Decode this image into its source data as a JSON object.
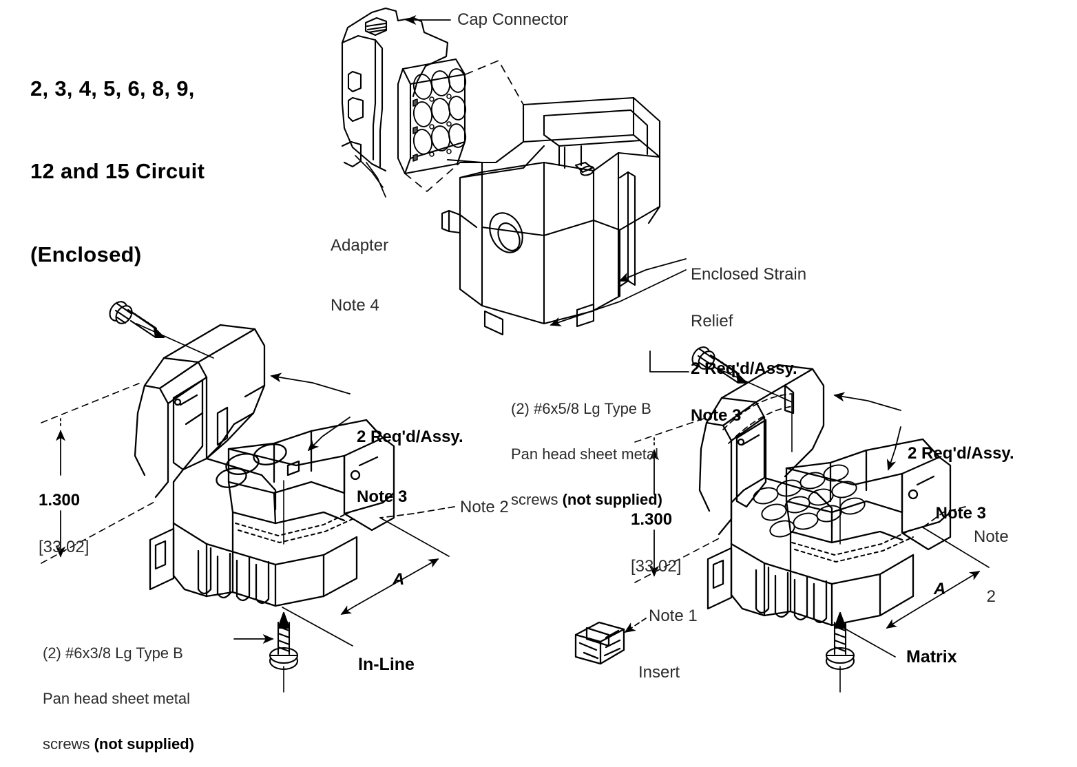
{
  "title": {
    "line1": "2, 3, 4, 5, 6, 8, 9,",
    "line2": "12 and 15 Circuit",
    "line3": "(Enclosed)"
  },
  "callouts": {
    "cap_connector": "Cap Connector",
    "adapter": "Adapter",
    "adapter_note": "Note 4",
    "strain_relief_1": "Enclosed Strain",
    "strain_relief_2": "Relief",
    "strain_relief_qty": "2 Req'd/Assy.",
    "strain_relief_note": "Note 3",
    "note_1": "Note 1",
    "insert": "Insert"
  },
  "inline": {
    "req_qty": "2 Req'd/Assy.",
    "req_note": "Note 3",
    "dim_inch": "1.300",
    "dim_mm": "[33.02]",
    "note2": "Note 2",
    "dim_a": "A",
    "caption": "In-Line",
    "screw_line1": "(2) #6x3/8 Lg Type B",
    "screw_line2": "Pan head sheet metal",
    "screw_line3_reg": "screws ",
    "screw_line3_bold": "(not supplied)"
  },
  "matrix": {
    "req_qty": "2 Req'd/Assy.",
    "req_note": "Note 3",
    "dim_inch": "1.300",
    "dim_mm": "[33.02]",
    "note2_line1": "Note",
    "note2_line2": "2",
    "dim_a": "A",
    "caption": "Matrix",
    "screw_line1": "(2) #6x5/8 Lg Type B",
    "screw_line2": "Pan head sheet metal",
    "screw_line3_reg": "screws ",
    "screw_line3_bold": "(not supplied)"
  },
  "colors": {
    "ink": "#000000",
    "text_gray": "#2b2b2b",
    "background": "#ffffff"
  }
}
